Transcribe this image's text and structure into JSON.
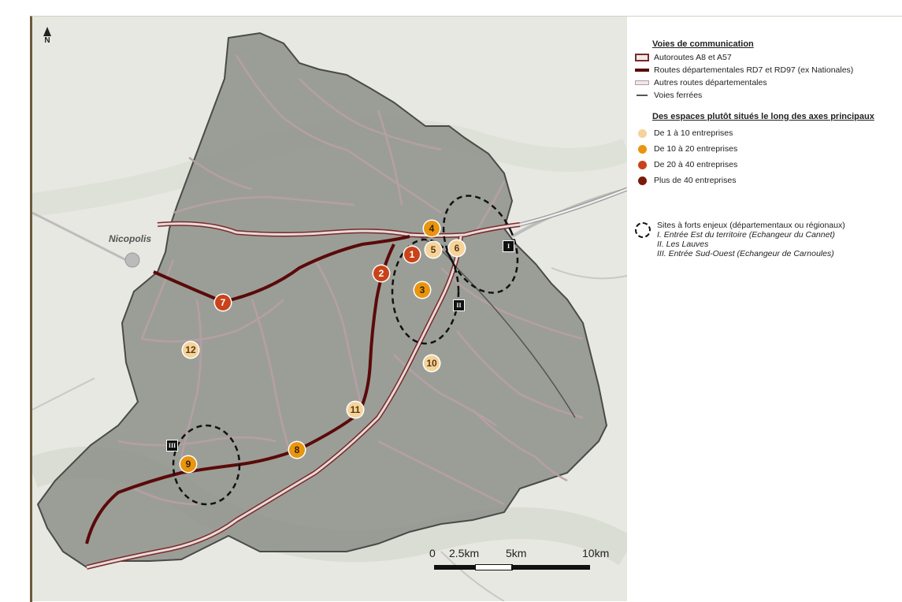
{
  "map": {
    "north_label": "N",
    "city_label": "Nicopolis",
    "markers": [
      {
        "id": "1",
        "class": "red"
      },
      {
        "id": "2",
        "class": "red"
      },
      {
        "id": "3",
        "class": "orange"
      },
      {
        "id": "4",
        "class": "orange"
      },
      {
        "id": "5",
        "class": "light"
      },
      {
        "id": "6",
        "class": "light"
      },
      {
        "id": "7",
        "class": "red"
      },
      {
        "id": "8",
        "class": "orange"
      },
      {
        "id": "9",
        "class": "orange"
      },
      {
        "id": "10",
        "class": "light"
      },
      {
        "id": "11",
        "class": "light"
      },
      {
        "id": "12",
        "class": "light"
      }
    ],
    "site_tags": [
      "I",
      "II",
      "III"
    ],
    "scale_labels": [
      "0",
      "2.5km",
      "5km",
      "10km"
    ]
  },
  "legend": {
    "section1_title": "Voies de communication",
    "roads": [
      {
        "label": "Autoroutes A8 et A57",
        "style": "motorway"
      },
      {
        "label": "Routes départementales RD7 et RD97 (ex Nationales)",
        "style": "main"
      },
      {
        "label": "Autres routes départementales",
        "style": "secondary"
      },
      {
        "label": "Voies ferrées",
        "style": "rail"
      }
    ],
    "section2_title": "Des espaces  plutôt situés le long des axes principaux",
    "classes": [
      {
        "label": "De 1 à 10 entreprises",
        "color": "#f5d39a"
      },
      {
        "label": "De 10 à 20 entreprises",
        "color": "#e8950f"
      },
      {
        "label": "De 20 à 40 entreprises",
        "color": "#c9431a"
      },
      {
        "label": "Plus de 40 entreprises",
        "color": "#7a1a08"
      }
    ],
    "sites_title": "Sites à forts enjeux (départementaux ou régionaux)",
    "sites": [
      "I. Entrée Est du territoire  (Echangeur du Cannet)",
      "II. Les Lauves",
      "III. Entrée Sud-Ouest (Echangeur de Carnoules)"
    ]
  },
  "colors": {
    "territory": "#8a8f88",
    "motorway_outline": "#7a2a2a",
    "main_road": "#5a0a0a",
    "secondary_road": "#b89aa0",
    "background_terrain": "#e6e6df"
  }
}
